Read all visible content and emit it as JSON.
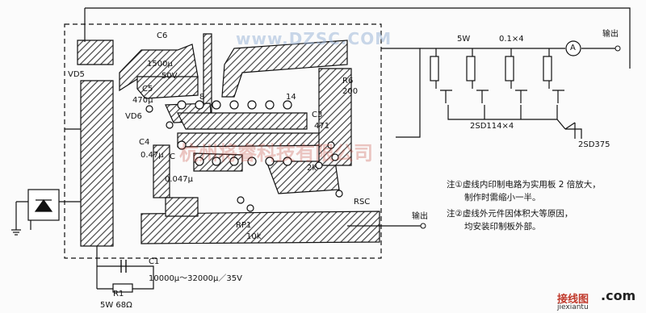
{
  "watermarks": {
    "top": "www.DZSC.COM",
    "middle": "杭州将睿科技有限公司"
  },
  "labels": {
    "c6": "C6",
    "c6_value": "1500μ",
    "c6_voltage": "50V",
    "vd5": "VD5",
    "c5": "C5",
    "c5_value": "470μ",
    "vd6": "VD6",
    "c4": "C4",
    "c4_value": "0.47μ",
    "c": "C",
    "c_value": "0.047μ",
    "pin8": "8",
    "pin14": "14",
    "c3": "C3",
    "c3_value": "471",
    "r6": "R6",
    "r6_value": "200",
    "r2k": "2k",
    "rsc": "RSC",
    "rp1": "RP1",
    "rp1_value": "10k",
    "c1": "C1",
    "c1_value": "10000μ～32000μ／35V",
    "r1": "R1",
    "r1_value": "5W  68Ω",
    "power": "5W",
    "resistors": "0.1×4",
    "ammeter": "A",
    "out_top": "输出",
    "out_bottom": "输出",
    "transistors": "2SD114×4",
    "driver": "2SD375"
  },
  "notes": [
    "注①虚线内印制电路为实用板 2 倍放大，",
    "制作时需缩小一半。",
    "注②虚线外元件因体积大等原因，",
    "均安装印制板外部。"
  ],
  "brand": {
    "name": "接线图",
    "domain": ".com",
    "sub": "jiexiantu"
  }
}
